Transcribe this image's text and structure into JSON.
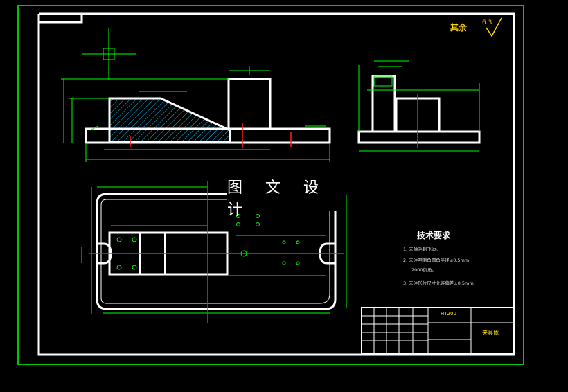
{
  "watermark": {
    "text": "图 文 设 计"
  },
  "surface_note": {
    "label": "其余",
    "roughness": "6.3"
  },
  "technical_requirements": {
    "title": "技术要求",
    "items": [
      "1. 去除毛刺飞边。",
      "2. 未注明倒角圆角半径≤0.5mm,",
      "2000倒角。",
      "3. 未注形位尺寸允许偏差±0.5mm."
    ]
  },
  "title_block": {
    "material": "HT200",
    "part_name": "夹具体"
  },
  "colors": {
    "background": "#000000",
    "outer_border": "#00c800",
    "outline": "#ffffff",
    "dimension": "#00ff00",
    "centerline": "#ff2020",
    "hatch": "#00c8ff",
    "annotation": "#ffd200"
  }
}
